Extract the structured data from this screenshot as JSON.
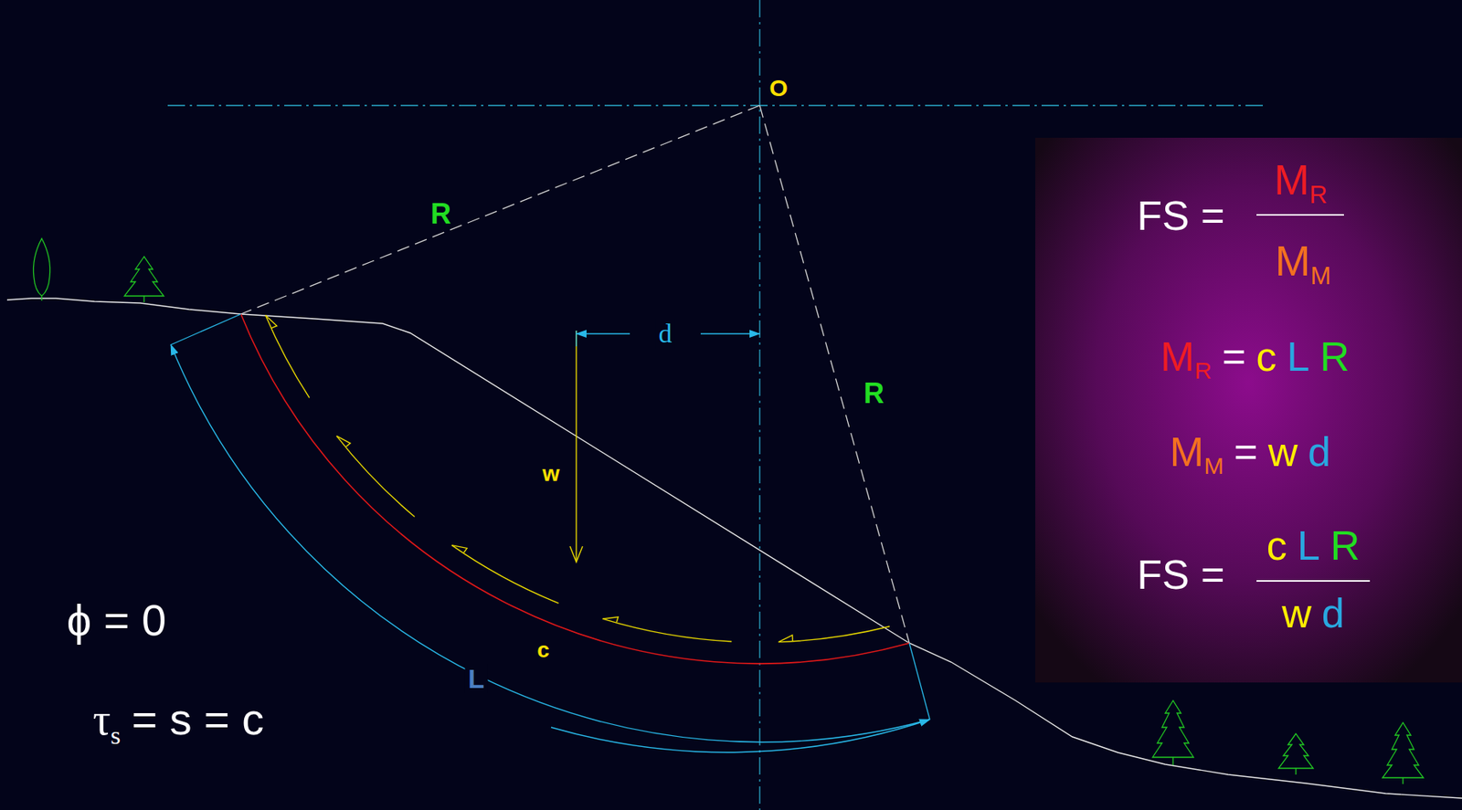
{
  "diagram": {
    "labels": [
      "O",
      "R",
      "R",
      "d",
      "w",
      "c",
      "L",
      "ϕ = 0",
      "τ",
      "s",
      "= s = c",
      "FS =",
      "M",
      "R",
      "M",
      "M",
      "M",
      "R",
      "=",
      "c",
      "L",
      "R",
      "M",
      "M",
      "=",
      "w",
      "d",
      "FS =",
      "c",
      "L",
      "R",
      "w",
      "d"
    ]
  }
}
